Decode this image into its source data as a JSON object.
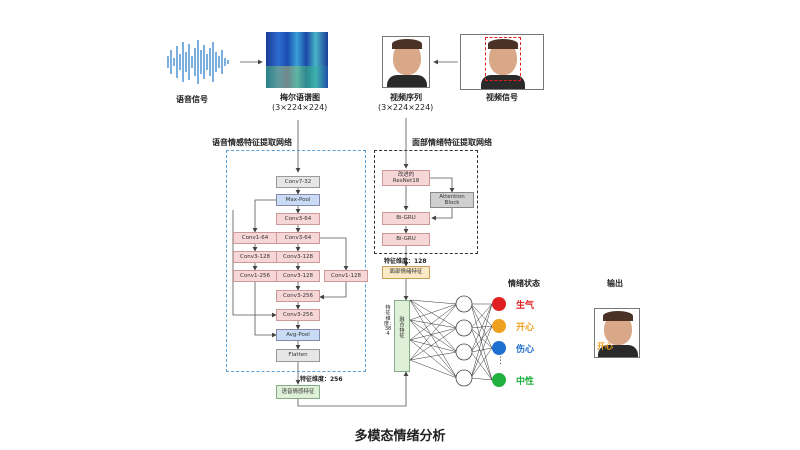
{
  "inputs": {
    "speech_label": "语音信号",
    "mel_label": "梅尔语谱图",
    "mel_dims": "(3×224×224)",
    "video_label": "视频信号",
    "seq_label": "视频序列",
    "seq_dims": "(3×224×224)"
  },
  "speech_net": {
    "title": "语音情感特征提取网络",
    "layers": {
      "conv7": "Conv7-32",
      "maxpool": "Max-Pool",
      "conv3_64_a": "Conv3-64",
      "conv1_64": "Conv1-64",
      "conv3_64_b": "Conv3-64",
      "conv3_128_a": "Conv3-128",
      "conv3_128_b": "Conv3-128",
      "conv1_256": "Conv1-256",
      "conv3_128_c": "Conv3-128",
      "conv1_128": "Conv1-128",
      "conv3_256_a": "Conv3-256",
      "conv3_256_b": "Conv3-256",
      "avgpool": "Avg-Pool",
      "flatten": "Flatten"
    },
    "dim_label": "特征维度：256",
    "output_label": "语音情感特征"
  },
  "face_net": {
    "title": "面部情绪特征提取网络",
    "resnet": "改进的\nResNet18",
    "attention": "Attention\nBlock",
    "bigru1": "Bi-GRU",
    "bigru2": "Bi-GRU",
    "dim_label": "特征维度：128",
    "output_label": "面部情绪特征"
  },
  "fusion": {
    "left_text": "特征维度：384",
    "right_text": "融合特征"
  },
  "emotions": {
    "title": "情绪状态",
    "items": [
      {
        "label": "生气",
        "color": "#e02020"
      },
      {
        "label": "开心",
        "color": "#f0a020"
      },
      {
        "label": "伤心",
        "color": "#1f6fd0"
      },
      {
        "label": "中性",
        "color": "#20b040"
      }
    ],
    "ellipsis": "⋮"
  },
  "output": {
    "title": "输出",
    "face_text": "开心"
  },
  "caption": "多模态情绪分析"
}
